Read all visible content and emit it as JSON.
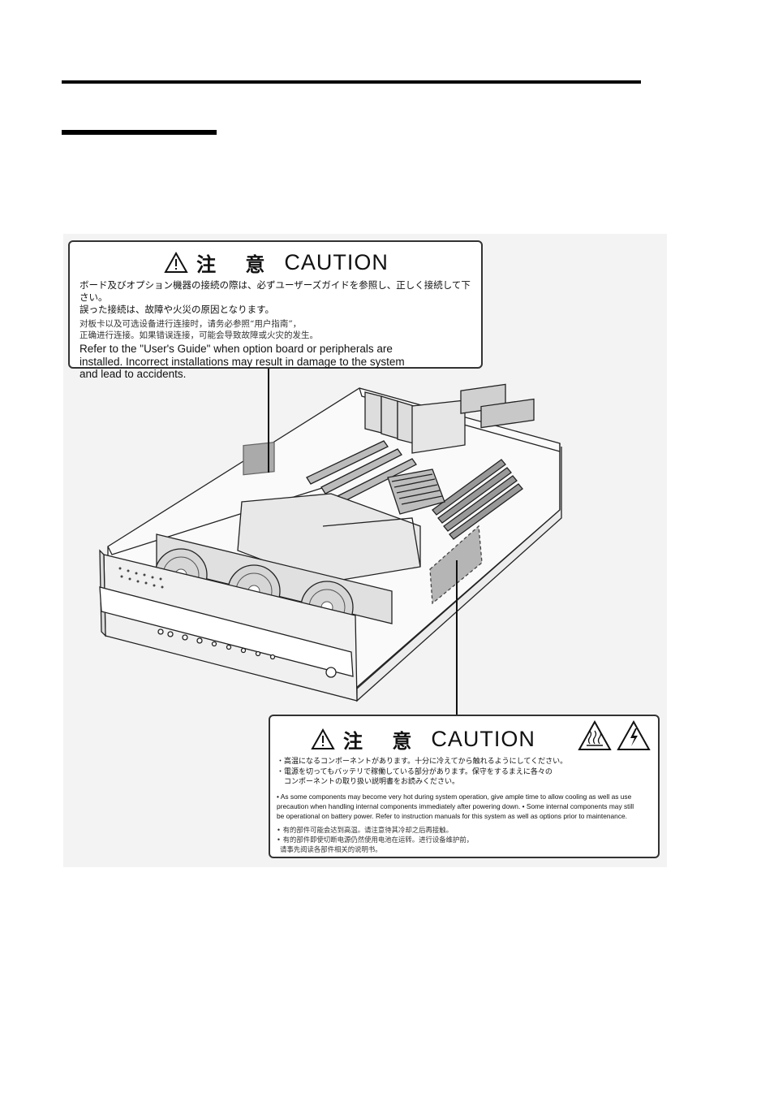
{
  "page": {
    "rules": [
      "heading-rule-long",
      "heading-rule-short"
    ]
  },
  "caution_label_top": {
    "kanji": "注 意",
    "caution_word": "CAUTION",
    "icon": "warning-triangle-icon",
    "jp_line1": "ボード及びオプション機器の接続の際は、必ずユーザーズガイドを参照し、正しく接続して下さい。",
    "jp_line2": "誤った接続は、故障や火災の原因となります。",
    "cn_line1": "对板卡以及可选设备进行连接时，请务必参照“用户指南”，",
    "cn_line2": "正确进行连接。如果错误连接，可能会导致故障或火灾的发生。",
    "en_line1": "Refer to the \"User's Guide\" when option board or peripherals are",
    "en_line2": "installed.  Incorrect installations may result in damage to the system",
    "en_line3": "and lead to accidents."
  },
  "caution_label_bottom": {
    "kanji": "注 意",
    "caution_word": "CAUTION",
    "icon": "warning-triangle-icon",
    "hazard_icons": [
      "hot-surface-icon",
      "electric-shock-icon"
    ],
    "jp_line1": "・高温になるコンポーネントがあります。十分に冷えてから触れるようにしてください。",
    "jp_line2": "・電源を切ってもバッテリで稼働している部分があります。保守をするまえに各々の",
    "jp_line3": "　コンポーネントの取り扱い説明書をお読みください。",
    "en_line1": "• As some components may become very hot during system operation, give ample time to allow cooling as well as use",
    "en_line2": "precaution when handling internal components immediately after powering down. • Some internal components may still",
    "en_line3": "be operational on battery power. Refer to instruction manuals for this system as well as options prior to maintenance.",
    "cn_line1": "• 有的部件可能会达到高温。请注意待其冷却之后再接触。",
    "cn_line2": "• 有的部件即使切断电源仍然使用电池在运转。进行设备维护前，",
    "cn_line3": "请事先阅读各部件相关的说明书。"
  }
}
